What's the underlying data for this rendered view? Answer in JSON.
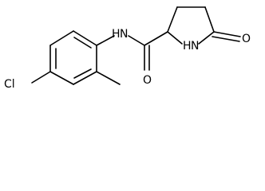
{
  "molecule": {
    "atom_labels": {
      "chlorine": "Cl",
      "amide_nitrogen": "N",
      "amide_hydrogen": "H",
      "amide_oxygen": "O",
      "ring_nitrogen": "N",
      "ring_hydrogen": "H",
      "lactam_oxygen": "O"
    }
  },
  "colors": {
    "bond": "#000000",
    "text": "#000000",
    "background": "#ffffff"
  }
}
